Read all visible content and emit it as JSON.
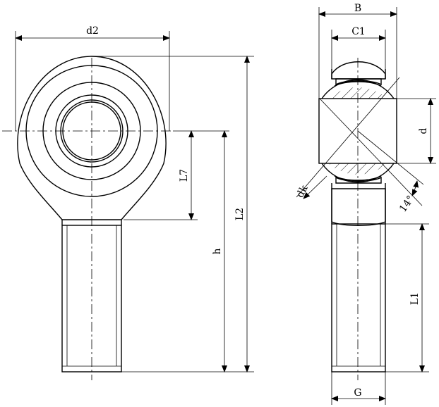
{
  "labels": {
    "d2": "d2",
    "L7": "L7",
    "h": "h",
    "L2": "L2",
    "B": "B",
    "C1": "C1",
    "d": "d",
    "dk": "dk",
    "angle": "14°",
    "L1": "L1",
    "G": "G"
  }
}
